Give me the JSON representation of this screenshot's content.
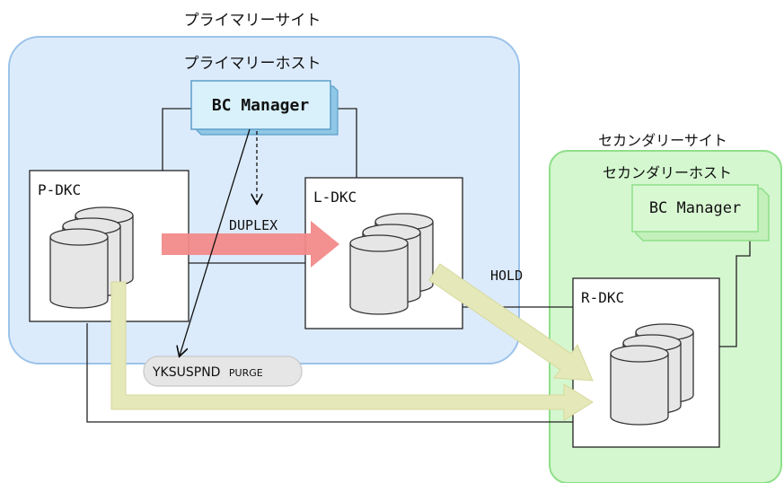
{
  "colors": {
    "primary_site_fill": "#dcebfb",
    "primary_site_border": "#9cc3ea",
    "secondary_site_fill": "#d4f7cf",
    "secondary_site_border": "#8fdf8a",
    "bc_manager_box_fill": "#d9f1fb",
    "duplex_arrow": "#f28a8a",
    "hold_arrow": "#e5e8b8",
    "command_box_fill": "#e6e6e6"
  },
  "primary_site": {
    "title": "プライマリーサイト",
    "host_label": "プライマリーホスト",
    "bc_manager_label": "BC Manager"
  },
  "secondary_site": {
    "title": "セカンダリーサイト",
    "host_label": "セカンダリーホスト",
    "bc_manager_label": "BC Manager"
  },
  "storage": {
    "p_dkc": "P-DKC",
    "l_dkc": "L-DKC",
    "r_dkc": "R-DKC"
  },
  "labels": {
    "duplex": "DUPLEX",
    "hold": "HOLD",
    "command_main": "YKSUSPND",
    "command_option": "PURGE"
  },
  "icons": {
    "volume": "disk-stack-icon",
    "arrow": "thick-arrow"
  }
}
